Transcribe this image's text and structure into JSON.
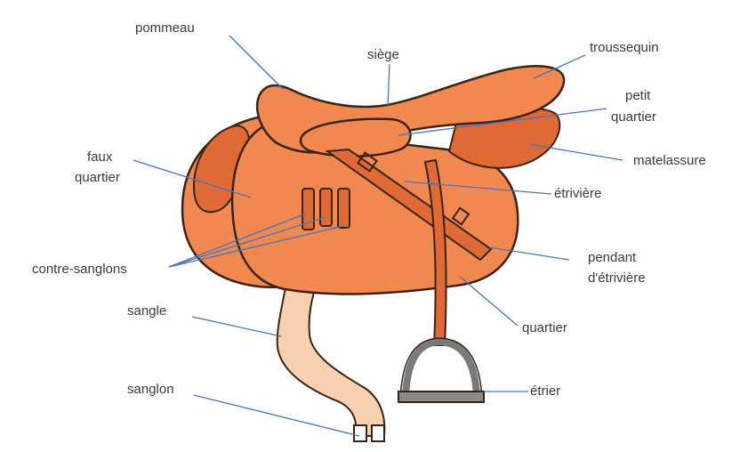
{
  "labels": {
    "pommeau": "pommeau",
    "siege": "siège",
    "troussequin": "troussequin",
    "petit_quartier_1": "petit",
    "petit_quartier_2": "quartier",
    "faux_quartier_1": "faux",
    "faux_quartier_2": "quartier",
    "matelassure": "matelassure",
    "etriviere": "étrivière",
    "contre_sanglons": "contre-sanglons",
    "pendant_1": "pendant",
    "pendant_2": "d'étrivière",
    "sangle": "sangle",
    "quartier": "quartier",
    "sanglon": "sanglon",
    "etrier": "étrier"
  },
  "colors": {
    "saddle": "#f08850",
    "saddle_dark": "#e06a35",
    "outline": "#3a2418",
    "girth": "#f6d0b0",
    "stirrup": "#7a7a7a",
    "leader": "#4a74b8"
  }
}
